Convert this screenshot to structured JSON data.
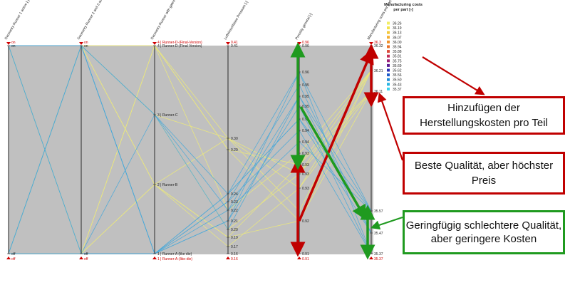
{
  "chart_data": {
    "type": "parallel_coordinates",
    "axes": [
      {
        "title": "Geometry Runner 1 active [-]",
        "ticks": [
          "on",
          "off"
        ],
        "top_red": "on",
        "bottom_red": "off"
      },
      {
        "title": "Geometry Runner 2 and 3 active [-]",
        "ticks": [
          "on",
          "off"
        ],
        "top_red": "on",
        "bottom_red": "off"
      },
      {
        "title": "Geometry Runner with gates (Runner-A, B, C, D) Variation [-]",
        "ticks": [
          "4 | Runner-D-(Final Version)",
          "3 | Runner-C",
          "2 | Runner-B",
          "1 | Runner-A (like die)"
        ],
        "top_red": "4 | Runner-D-(Final-Version)",
        "bottom_red": "1 | Runner-A-(like-die)"
      },
      {
        "title": "Lufteinschlüsse Pressure [-]",
        "ticks": [
          "0.41",
          "0.30",
          "0.29",
          "0.24",
          "0.23",
          "0.22",
          "0.21",
          "0.20",
          "0.19",
          "0.17",
          "0.16"
        ],
        "top_red": "0.41",
        "bottom_red": "0.16"
      },
      {
        "title": "Porosity general [-]",
        "ticks": [
          "0.96",
          "0.96",
          "0.95",
          "0.95",
          "0.95",
          "0.94",
          "0.94",
          "0.94",
          "0.93",
          "0.93",
          "0.93",
          "0.93",
          "0.92",
          "0.91"
        ],
        "top_red": "0.96",
        "bottom_red": "0.91"
      },
      {
        "title": "Manufacturing costs per part [-]",
        "ticks": [
          "36.32",
          "36.21",
          "36.11",
          "35.57",
          "35.47",
          "35.37"
        ],
        "top_red": "36.3",
        "bottom_red": "35.37"
      }
    ],
    "legend": {
      "title": "Manufacturing costs per part [-]",
      "entries": [
        {
          "label": "36.26",
          "color": "#f2ee66"
        },
        {
          "label": "36.19",
          "color": "#f3e34a"
        },
        {
          "label": "36.13",
          "color": "#f4c93a"
        },
        {
          "label": "36.07",
          "color": "#f3ae33"
        },
        {
          "label": "36.00",
          "color": "#ef912d"
        },
        {
          "label": "35.94",
          "color": "#e8702a"
        },
        {
          "label": "35.88",
          "color": "#db4a39"
        },
        {
          "label": "35.81",
          "color": "#c42d57"
        },
        {
          "label": "35.75",
          "color": "#9a1f76"
        },
        {
          "label": "35.69",
          "color": "#5d1d94"
        },
        {
          "label": "35.62",
          "color": "#2c31b3"
        },
        {
          "label": "35.56",
          "color": "#1c5ac9"
        },
        {
          "label": "35.50",
          "color": "#1d89d8"
        },
        {
          "label": "35.43",
          "color": "#27b3e2"
        },
        {
          "label": "35.37",
          "color": "#3ad2ee"
        }
      ]
    }
  },
  "callouts": {
    "add_costs": "Hinzufügen der Herstellungskosten pro Teil",
    "best_quality": "Beste Qualität, aber höchster Preis",
    "slightly_worse": "Geringfügig schlechtere Qualität, aber geringere Kosten"
  },
  "colors": {
    "plot_bg": "#c0c0c0",
    "yellow_line": "#ece97a",
    "blue_line": "#4aa9d8",
    "red_arrow": "#c00000",
    "green_arrow": "#1f9a1f"
  }
}
